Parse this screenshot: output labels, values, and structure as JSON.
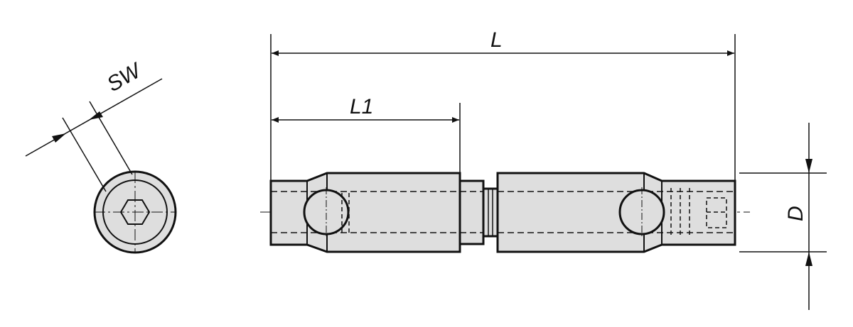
{
  "labels": {
    "sw": "SW",
    "l": "L",
    "l1": "L1",
    "d": "D"
  },
  "colors": {
    "line": "#111111",
    "fill": "#dedede",
    "background": "#ffffff"
  }
}
